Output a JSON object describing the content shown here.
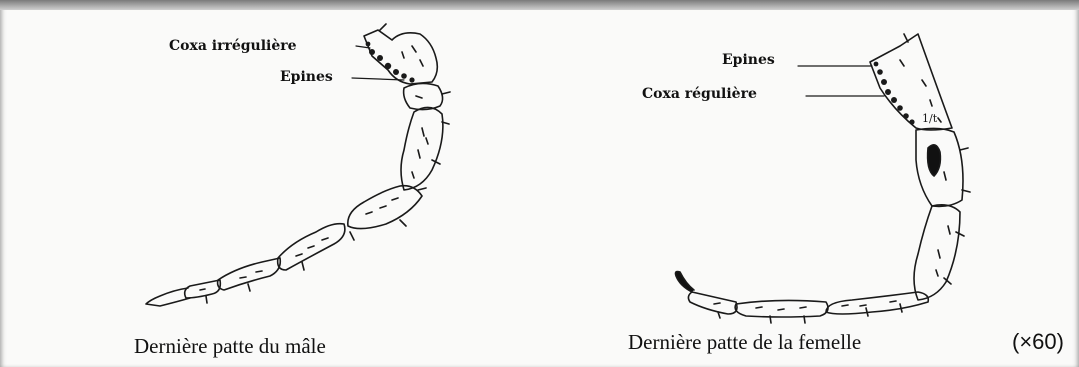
{
  "left_figure": {
    "label_coxa": "Coxa irrégulière",
    "label_epines": "Epines",
    "caption": "Dernière patte du mâle"
  },
  "right_figure": {
    "label_epines": "Epines",
    "label_coxa": "Coxa régulière",
    "caption": "Dernière patte de la femelle"
  },
  "magnification": "(×60)"
}
